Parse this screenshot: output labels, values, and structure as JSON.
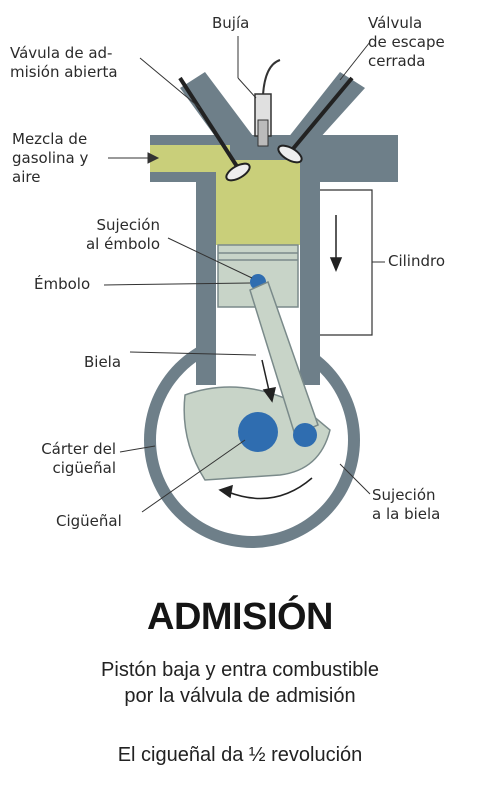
{
  "labels": {
    "bujia": "Bujía",
    "valvula_escape": "Válvula\nde escape\ncerrada",
    "valvula_admision": "Vávula de ad-\nmisión abierta",
    "mezcla": "Mezcla de\ngasolina y\naire",
    "sujecion_embolo": "Sujeción\nal émbolo",
    "embolo": "Émbolo",
    "cilindro": "Cilindro",
    "biela": "Biela",
    "carter": "Cárter del\ncigüeñal",
    "sujecion_biela": "Sujeción\na la biela",
    "ciguenal": "Cigüeñal"
  },
  "caption": {
    "title": "ADMISIÓN",
    "description": "Pistón baja y entra combustible\npor la válvula de admisión",
    "revolution": "El cigueñal da ½ revolución"
  },
  "colors": {
    "casing": "#6e7f89",
    "mixture": "#c9cf7a",
    "parts": "#c8d4c8",
    "blue": "#2f6db0",
    "background": "#ffffff"
  }
}
